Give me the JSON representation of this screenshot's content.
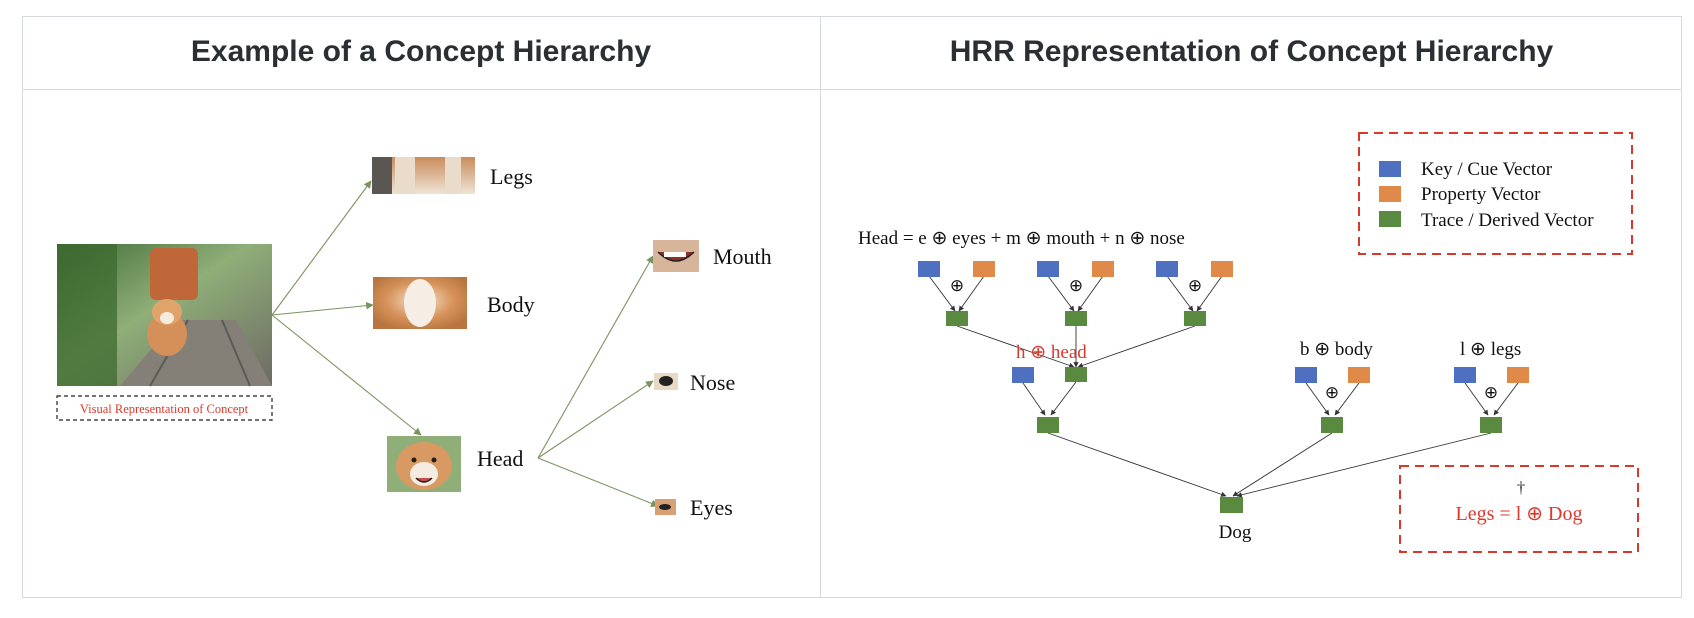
{
  "left_panel": {
    "title": "Example of a Concept Hierarchy",
    "source_caption": "Visual Representation of Concept",
    "parts": [
      "Legs",
      "Body",
      "Head"
    ],
    "head_parts": [
      "Mouth",
      "Nose",
      "Eyes"
    ]
  },
  "right_panel": {
    "title": "HRR Representation of Concept Hierarchy",
    "head_equation": "Head = e ⊕ eyes + m ⊕ mouth + n ⊕ nose",
    "h_head": "h ⊕ head",
    "b_body": "b ⊕ body",
    "l_legs": "l ⊕ legs",
    "root": "Dog",
    "legend": [
      {
        "label": "Key / Cue Vector",
        "color": "#4f6fc0"
      },
      {
        "label": "Property Vector",
        "color": "#e08a4a"
      },
      {
        "label": "Trace / Derived Vector",
        "color": "#5a8a3f"
      }
    ],
    "query_mark": "†",
    "query": "Legs = l ⊕ Dog"
  },
  "colors": {
    "key": "#4f6fc0",
    "property": "#e08a4a",
    "trace": "#5a8a3f",
    "highlight": "#d9392b",
    "edge": "#7a9460"
  }
}
